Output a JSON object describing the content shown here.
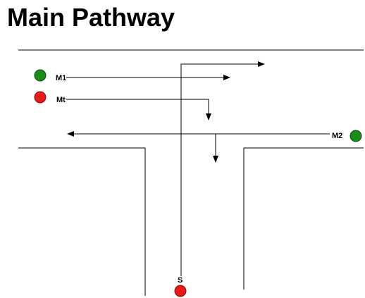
{
  "title": "Main Pathway",
  "colors": {
    "line": "#000000",
    "green_node": "#1a8c1a",
    "red_node": "#e31b1b",
    "background": "#ffffff"
  },
  "nodes": {
    "m1": {
      "label": "M1",
      "color": "green"
    },
    "mt": {
      "label": "Mt",
      "color": "red"
    },
    "m2": {
      "label": "M2",
      "color": "green"
    },
    "s": {
      "label": "S",
      "color": "red"
    }
  }
}
